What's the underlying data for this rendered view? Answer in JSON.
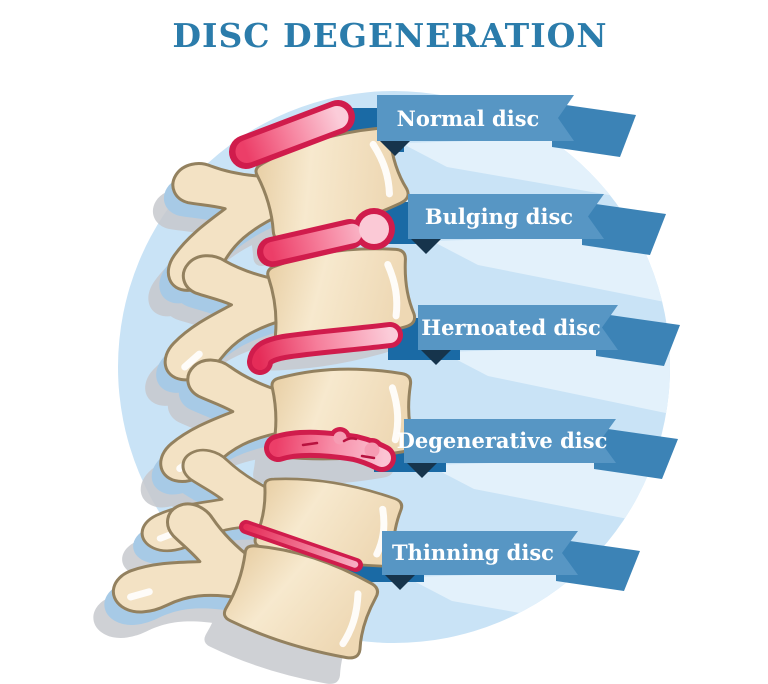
{
  "title": {
    "text": "DISC DEGENERATION"
  },
  "labels": [
    {
      "text": "Normal disc"
    },
    {
      "text": "Bulging disc"
    },
    {
      "text": "Hernoated disc"
    },
    {
      "text": "Degenerative disc"
    },
    {
      "text": "Thinning disc"
    }
  ],
  "colors": {
    "title": "#2b7cab",
    "banner": "#5796c4",
    "connector": "#1a6aa5",
    "tail": "#3c83b6",
    "fold": "#16344c",
    "circle": "#c9e3f6",
    "swoosh": "#e3f1fb",
    "bone": "#f3e2c4",
    "bone_shade": "#e7cda2",
    "bone_outline": "#93815f",
    "disc_outline": "#d01c4c",
    "disc_pink_deep": "#ec3e68",
    "disc_pink_light": "#fbccd9",
    "shadow": "#c7c9ce",
    "process_underlay": "#a7cae6",
    "label_text": "#ffffff",
    "background": "#ffffff"
  }
}
